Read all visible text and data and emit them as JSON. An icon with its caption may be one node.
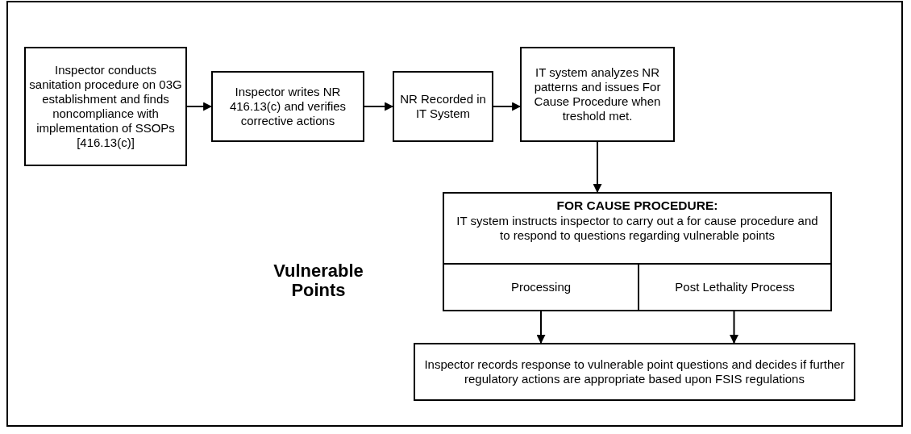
{
  "diagram": {
    "nodes": [
      {
        "text": [
          "Inspector conducts sanitation procedure on 03G establishment and finds noncompliance with implementation of SSOPs [416.13(c)]"
        ]
      },
      {
        "text": [
          "Inspector writes NR 416.13(c) and verifies corrective actions"
        ]
      },
      {
        "text": [
          "NR Recorded in IT System"
        ]
      },
      {
        "text": [
          "IT system analyzes NR patterns and issues For Cause Procedure when treshold met."
        ]
      },
      {
        "text": [
          "FOR CAUSE PROCEDURE:",
          "IT system instructs inspector to carry out a for cause procedure and to respond to questions regarding vulnerable points"
        ]
      },
      {
        "text": [
          "Processing"
        ],
        "in": 4
      },
      {
        "text": [
          "Post Lethality Process"
        ],
        "in": 4
      },
      {
        "text": [
          "Inspector records response to vulnerable point questions and decides if further regulatory actions are appropriate based upon FSIS regulations"
        ]
      }
    ],
    "edges": [
      {
        "from": 0,
        "to": 1,
        "arrow": "to"
      },
      {
        "from": 1,
        "to": 2,
        "arrow": "to"
      },
      {
        "from": 2,
        "to": 3,
        "arrow": "to"
      },
      {
        "from": 3,
        "to": 4,
        "arrow": "to"
      },
      {
        "from": 5,
        "to": 7,
        "arrow": "to"
      },
      {
        "from": 6,
        "to": 7,
        "arrow": "to"
      }
    ],
    "labels": [
      "Vulnerable Points"
    ]
  }
}
